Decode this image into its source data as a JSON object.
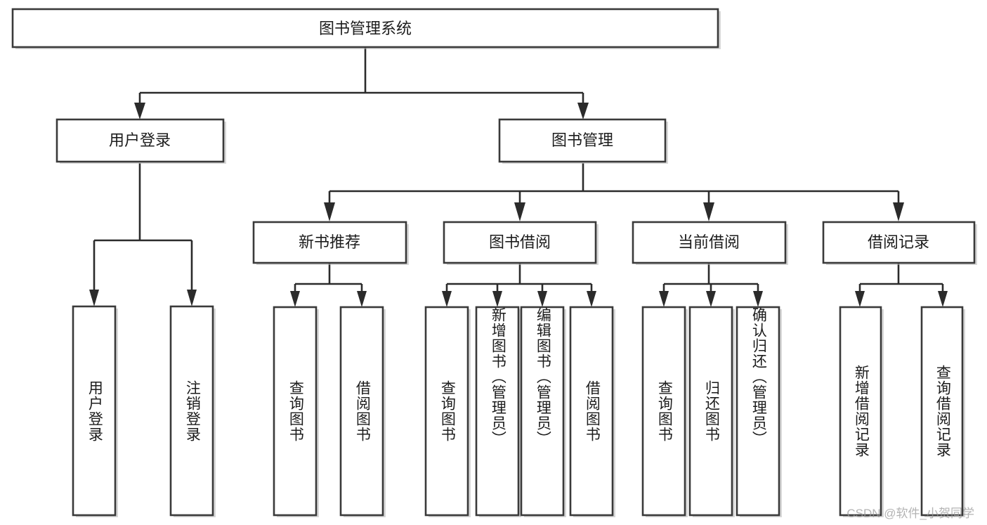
{
  "diagram": {
    "title": "图书管理系统",
    "type": "tree",
    "watermark": "CSDN @软件_小贺同学",
    "colors": {
      "box_stroke": "#3a3a3a",
      "connector": "#2b2b2b",
      "box_fill": "#ffffff",
      "text": "#1c1c1c",
      "watermark": "#9a9a9a",
      "background": "#ffffff"
    }
  },
  "nodes": {
    "root": {
      "label": "图书管理系统"
    },
    "level2": [
      {
        "id": "user-login",
        "label": "用户登录"
      },
      {
        "id": "book-management",
        "label": "图书管理"
      }
    ],
    "level3": [
      {
        "id": "new-book-recommend",
        "label": "新书推荐"
      },
      {
        "id": "book-borrow",
        "label": "图书借阅"
      },
      {
        "id": "current-borrow",
        "label": "当前借阅"
      },
      {
        "id": "borrow-record",
        "label": "借阅记录"
      }
    ],
    "leaves": {
      "user-login": [
        {
          "id": "leaf-user-login",
          "label": "用户登录"
        },
        {
          "id": "leaf-logout",
          "label": "注销登录"
        }
      ],
      "new-book-recommend": [
        {
          "id": "leaf-query-book-1",
          "label": "查询图书"
        },
        {
          "id": "leaf-borrow-book-1",
          "label": "借阅图书"
        }
      ],
      "book-borrow": [
        {
          "id": "leaf-query-book-2",
          "label": "查询图书"
        },
        {
          "id": "leaf-add-book",
          "label": "新增图书（管理员）"
        },
        {
          "id": "leaf-edit-book",
          "label": "编辑图书（管理员）"
        },
        {
          "id": "leaf-borrow-book-2",
          "label": "借阅图书"
        }
      ],
      "current-borrow": [
        {
          "id": "leaf-query-book-3",
          "label": "查询图书"
        },
        {
          "id": "leaf-return-book",
          "label": "归还图书"
        },
        {
          "id": "leaf-confirm-return",
          "label": "确认归还（管理员）"
        }
      ],
      "borrow-record": [
        {
          "id": "leaf-add-record",
          "label": "新增借阅记录"
        },
        {
          "id": "leaf-query-record",
          "label": "查询借阅记录"
        }
      ]
    }
  },
  "edges": [
    {
      "from": "图书管理系统",
      "to": "用户登录"
    },
    {
      "from": "图书管理系统",
      "to": "图书管理"
    },
    {
      "from": "用户登录",
      "to": "用户登录"
    },
    {
      "from": "用户登录",
      "to": "注销登录"
    },
    {
      "from": "图书管理",
      "to": "新书推荐"
    },
    {
      "from": "图书管理",
      "to": "图书借阅"
    },
    {
      "from": "图书管理",
      "to": "当前借阅"
    },
    {
      "from": "图书管理",
      "to": "借阅记录"
    },
    {
      "from": "新书推荐",
      "to": "查询图书"
    },
    {
      "from": "新书推荐",
      "to": "借阅图书"
    },
    {
      "from": "图书借阅",
      "to": "查询图书"
    },
    {
      "from": "图书借阅",
      "to": "新增图书（管理员）"
    },
    {
      "from": "图书借阅",
      "to": "编辑图书（管理员）"
    },
    {
      "from": "图书借阅",
      "to": "借阅图书"
    },
    {
      "from": "当前借阅",
      "to": "查询图书"
    },
    {
      "from": "当前借阅",
      "to": "归还图书"
    },
    {
      "from": "当前借阅",
      "to": "确认归还（管理员）"
    },
    {
      "from": "借阅记录",
      "to": "新增借阅记录"
    },
    {
      "from": "借阅记录",
      "to": "查询借阅记录"
    }
  ]
}
